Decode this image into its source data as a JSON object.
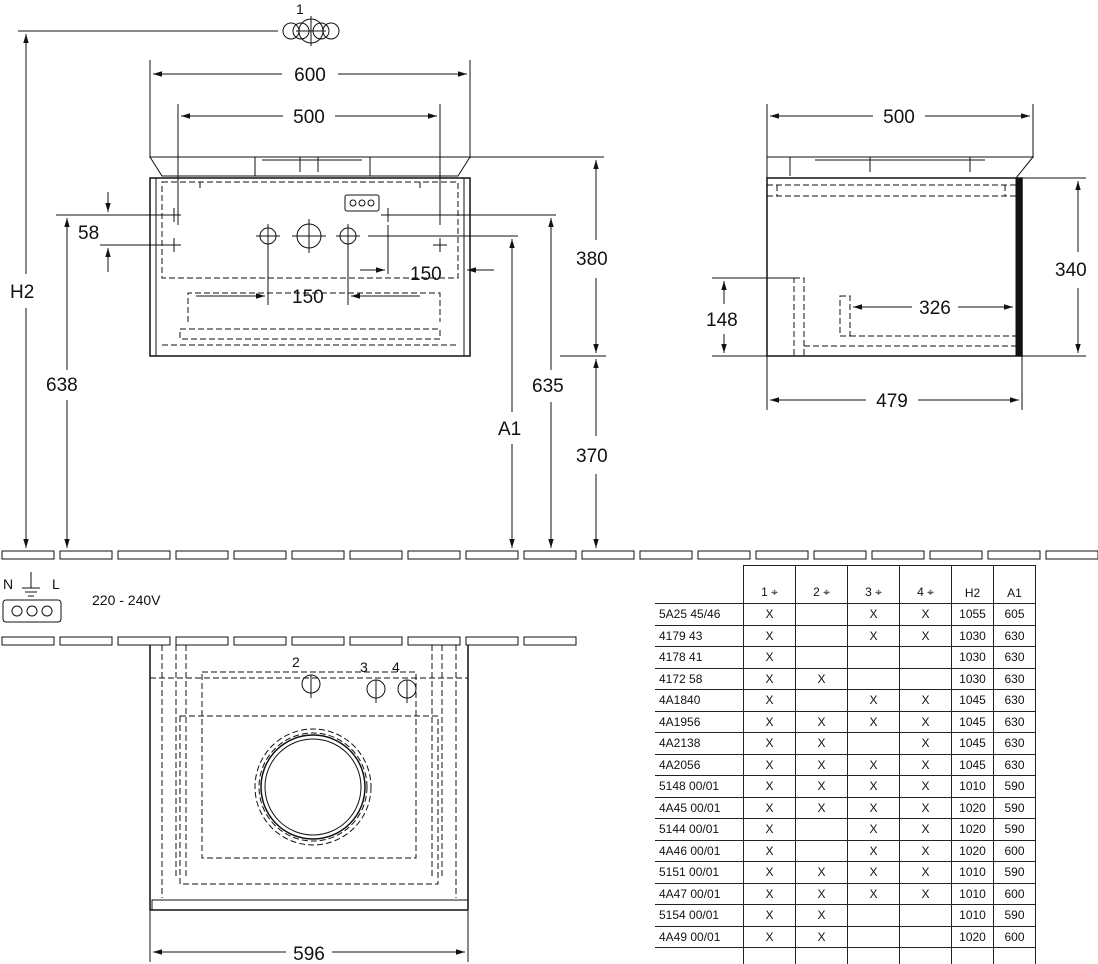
{
  "dimensions": {
    "d600": "600",
    "d500_front": "500",
    "d500_side": "500",
    "d380": "380",
    "d370": "370",
    "d340": "340",
    "d148": "148",
    "d326": "326",
    "d479": "479",
    "d58": "58",
    "d150_a": "150",
    "d150_b": "150",
    "d638": "638",
    "d635": "635",
    "d596": "596",
    "h2": "H2",
    "a1": "A1"
  },
  "markers": {
    "m1": "1",
    "m2": "2",
    "m3": "3",
    "m4": "4"
  },
  "electrical": {
    "n": "N",
    "l": "L",
    "socket": "ooo",
    "voltage": "220 - 240V"
  },
  "table": {
    "headers": [
      "1",
      "2",
      "3",
      "4",
      "H2",
      "A1"
    ],
    "rows": [
      {
        "code": "5A25 45/46",
        "c1": "X",
        "c2": "",
        "c3": "X",
        "c4": "X",
        "h2": "1055",
        "a1": "605"
      },
      {
        "code": "4179 43",
        "c1": "X",
        "c2": "",
        "c3": "X",
        "c4": "X",
        "h2": "1030",
        "a1": "630"
      },
      {
        "code": "4178 41",
        "c1": "X",
        "c2": "",
        "c3": "",
        "c4": "",
        "h2": "1030",
        "a1": "630"
      },
      {
        "code": "4172 58",
        "c1": "X",
        "c2": "X",
        "c3": "",
        "c4": "",
        "h2": "1030",
        "a1": "630"
      },
      {
        "code": "4A1840",
        "c1": "X",
        "c2": "",
        "c3": "X",
        "c4": "X",
        "h2": "1045",
        "a1": "630"
      },
      {
        "code": "4A1956",
        "c1": "X",
        "c2": "X",
        "c3": "X",
        "c4": "X",
        "h2": "1045",
        "a1": "630"
      },
      {
        "code": "4A2138",
        "c1": "X",
        "c2": "X",
        "c3": "",
        "c4": "X",
        "h2": "1045",
        "a1": "630"
      },
      {
        "code": "4A2056",
        "c1": "X",
        "c2": "X",
        "c3": "X",
        "c4": "X",
        "h2": "1045",
        "a1": "630"
      },
      {
        "code": "5148 00/01",
        "c1": "X",
        "c2": "X",
        "c3": "X",
        "c4": "X",
        "h2": "1010",
        "a1": "590"
      },
      {
        "code": "4A45 00/01",
        "c1": "X",
        "c2": "X",
        "c3": "X",
        "c4": "X",
        "h2": "1020",
        "a1": "590"
      },
      {
        "code": "5144 00/01",
        "c1": "X",
        "c2": "",
        "c3": "X",
        "c4": "X",
        "h2": "1020",
        "a1": "590"
      },
      {
        "code": "4A46 00/01",
        "c1": "X",
        "c2": "",
        "c3": "X",
        "c4": "X",
        "h2": "1020",
        "a1": "600"
      },
      {
        "code": "5151 00/01",
        "c1": "X",
        "c2": "X",
        "c3": "X",
        "c4": "X",
        "h2": "1010",
        "a1": "590"
      },
      {
        "code": "4A47 00/01",
        "c1": "X",
        "c2": "X",
        "c3": "X",
        "c4": "X",
        "h2": "1010",
        "a1": "600"
      },
      {
        "code": "5154 00/01",
        "c1": "X",
        "c2": "X",
        "c3": "",
        "c4": "",
        "h2": "1010",
        "a1": "590"
      },
      {
        "code": "4A49 00/01",
        "c1": "X",
        "c2": "X",
        "c3": "",
        "c4": "",
        "h2": "1020",
        "a1": "600"
      }
    ]
  }
}
